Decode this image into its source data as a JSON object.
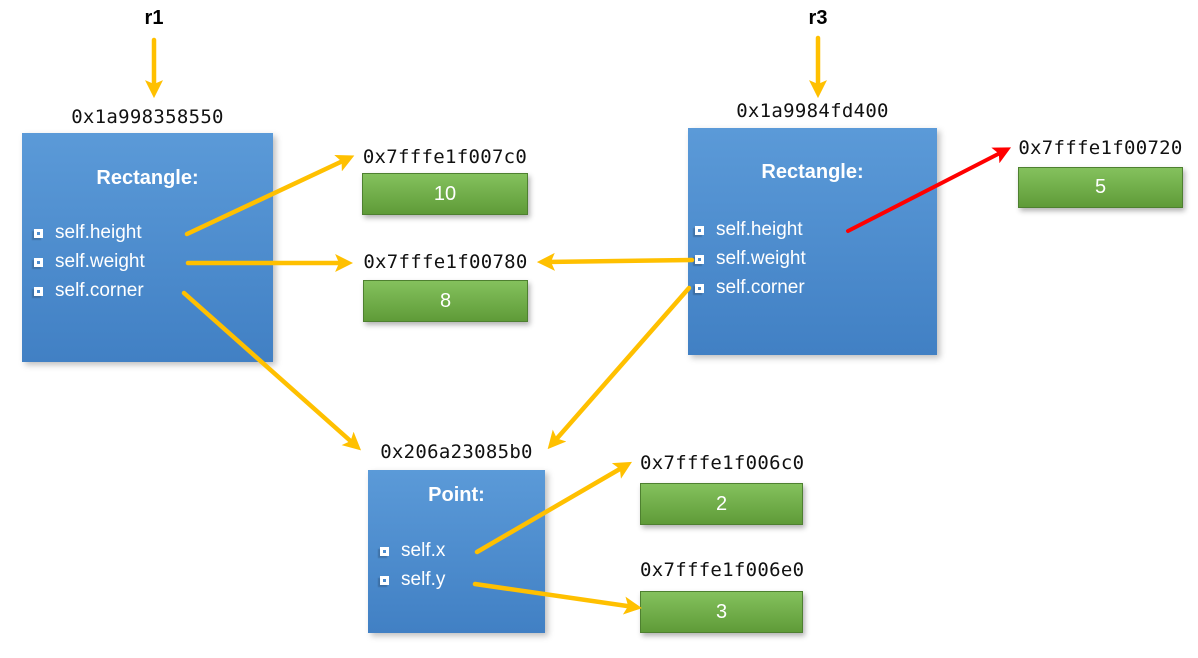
{
  "pointers": {
    "r1": {
      "label": "r1"
    },
    "r3": {
      "label": "r3"
    }
  },
  "boxes": {
    "rect1": {
      "address": "0x1a998358550",
      "title": "Rectangle:",
      "fields": [
        "self.height",
        "self.weight",
        "self.corner"
      ]
    },
    "rect3": {
      "address": "0x1a9984fd400",
      "title": "Rectangle:",
      "fields": [
        "self.height",
        "self.weight",
        "self.corner"
      ]
    },
    "point": {
      "address": "0x206a23085b0",
      "title": "Point:",
      "fields": [
        "self.x",
        "self.y"
      ]
    }
  },
  "values": {
    "v10": {
      "address": "0x7fffe1f007c0",
      "value": "10"
    },
    "v8": {
      "address": "0x7fffe1f00780",
      "value": "8"
    },
    "v5": {
      "address": "0x7fffe1f00720",
      "value": "5"
    },
    "v2": {
      "address": "0x7fffe1f006c0",
      "value": "2"
    },
    "v3": {
      "address": "0x7fffe1f006e0",
      "value": "3"
    }
  },
  "edges": [
    {
      "from": "r1",
      "to": "rect1",
      "color": "yellow"
    },
    {
      "from": "r3",
      "to": "rect3",
      "color": "yellow"
    },
    {
      "from": "rect1.self.height",
      "to": "0x7fffe1f007c0",
      "color": "yellow"
    },
    {
      "from": "rect1.self.weight",
      "to": "0x7fffe1f00780",
      "color": "yellow"
    },
    {
      "from": "rect1.self.corner",
      "to": "0x206a23085b0",
      "color": "yellow"
    },
    {
      "from": "rect3.self.height",
      "to": "0x7fffe1f00720",
      "color": "red"
    },
    {
      "from": "rect3.self.weight",
      "to": "0x7fffe1f00780",
      "color": "yellow"
    },
    {
      "from": "rect3.self.corner",
      "to": "0x206a23085b0",
      "color": "yellow"
    },
    {
      "from": "point.self.x",
      "to": "0x7fffe1f006c0",
      "color": "yellow"
    },
    {
      "from": "point.self.y",
      "to": "0x7fffe1f006e0",
      "color": "yellow"
    }
  ],
  "colors": {
    "background": "#ffffff",
    "object_box_top": "#5b9ad8",
    "object_box_bottom": "#4180c4",
    "value_box_top": "#84c15d",
    "value_box_bottom": "#5f9b38",
    "value_box_border": "#4e8030",
    "arrow_yellow": "#ffc000",
    "arrow_red": "#ff0000",
    "text_on_box": "#ffffff",
    "address_text": "#111111",
    "label_text": "#000000"
  }
}
